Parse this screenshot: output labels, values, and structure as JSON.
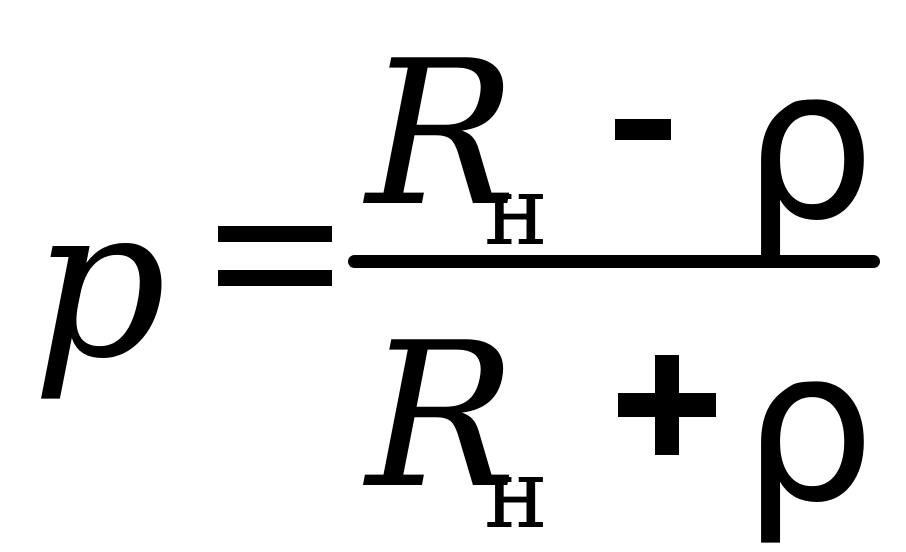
{
  "formula": {
    "lhs": "p",
    "equals": "=",
    "numerator": {
      "variable": "R",
      "subscript": "н",
      "operator": "-",
      "term": "ρ"
    },
    "denominator": {
      "variable": "R",
      "subscript": "н",
      "operator": "+",
      "term": "ρ"
    }
  }
}
